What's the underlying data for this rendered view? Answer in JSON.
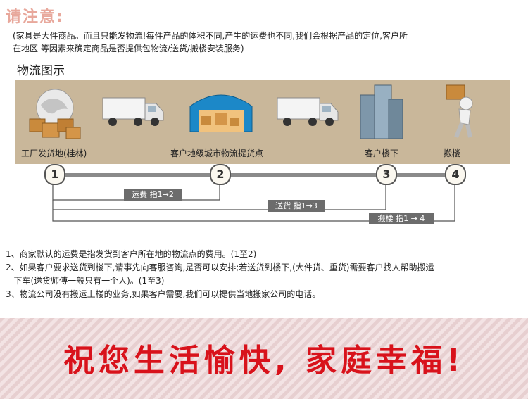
{
  "notice": {
    "title": "请注意:",
    "intro_line1": "(家具是大件商品。而且只能发物流!每件产品的体积不同,产生的运费也不同,我们会根据产品的定位,客户所",
    "intro_line2": "在地区 等因素来确定商品是否提供包物流/送货/搬楼安装服务)"
  },
  "logistics": {
    "title": "物流图示",
    "stages": [
      {
        "label": "工厂发货地(桂林)",
        "icon": "globe-boxes-icon"
      },
      {
        "label": "",
        "icon": "truck-icon"
      },
      {
        "label": "客户地级城市物流提货点",
        "icon": "warehouse-icon"
      },
      {
        "label": "",
        "icon": "truck-icon"
      },
      {
        "label": "客户楼下",
        "icon": "buildings-icon"
      },
      {
        "label": "搬楼",
        "icon": "porter-icon"
      }
    ],
    "steps": [
      "1",
      "2",
      "3",
      "4"
    ],
    "ranges": [
      "运费 指1→2",
      "送货 指1→3",
      "搬楼 指1 → 4"
    ]
  },
  "notes": {
    "n1": "1、商家默认的运费是指发货到客户所在地的物流点的费用。(1至2)",
    "n2a": "2、如果客户要求送货到楼下,请事先向客服咨询,是否可以安排;若送货到楼下,(大件货、重货)需要客户找人帮助搬运",
    "n2b": "   下车(送货师傅一般只有一个人)。(1至3)",
    "n3": "3、物流公司没有搬运上楼的业务,如果客户需要,我们可以提供当地搬家公司的电话。"
  },
  "footer": {
    "slogan": "祝您生活愉快, 家庭幸福!",
    "stripe_color": "#e7cfd0",
    "slogan_color": "#d8121b"
  }
}
